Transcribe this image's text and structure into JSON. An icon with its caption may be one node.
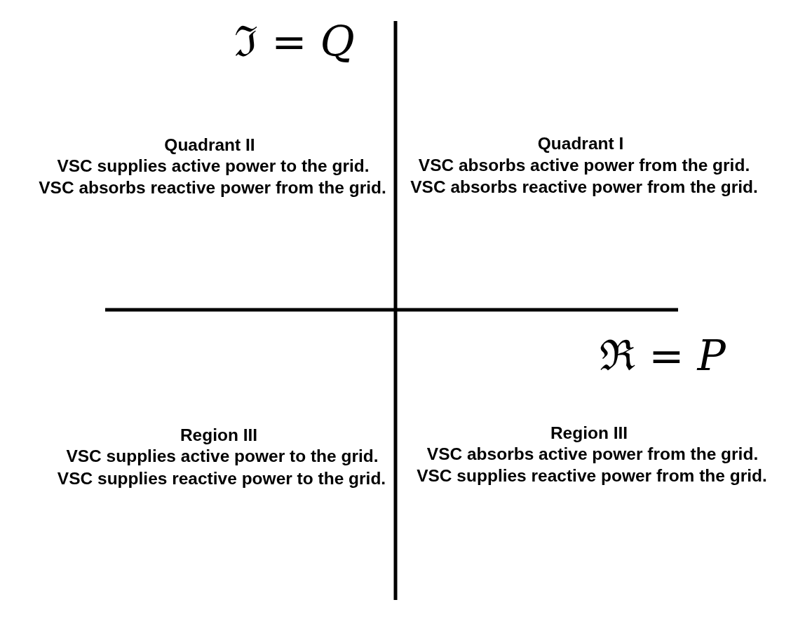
{
  "diagram": {
    "labels": [
      "ℑ = *Q*",
      "Quadrant II",
      "VSC supplies active power to the grid.",
      "VSC absorbs reactive power from the grid.",
      "Quadrant I",
      "VSC absorbs active power from the grid.",
      "VSC absorbs reactive power from the grid.",
      "ℜ = *P*",
      "Region III",
      "VSC supplies active power to the grid.",
      "VSC supplies reactive power to the grid.",
      "Region III",
      "VSC absorbs active power from the grid.",
      "VSC supplies reactive power from the grid."
    ]
  }
}
